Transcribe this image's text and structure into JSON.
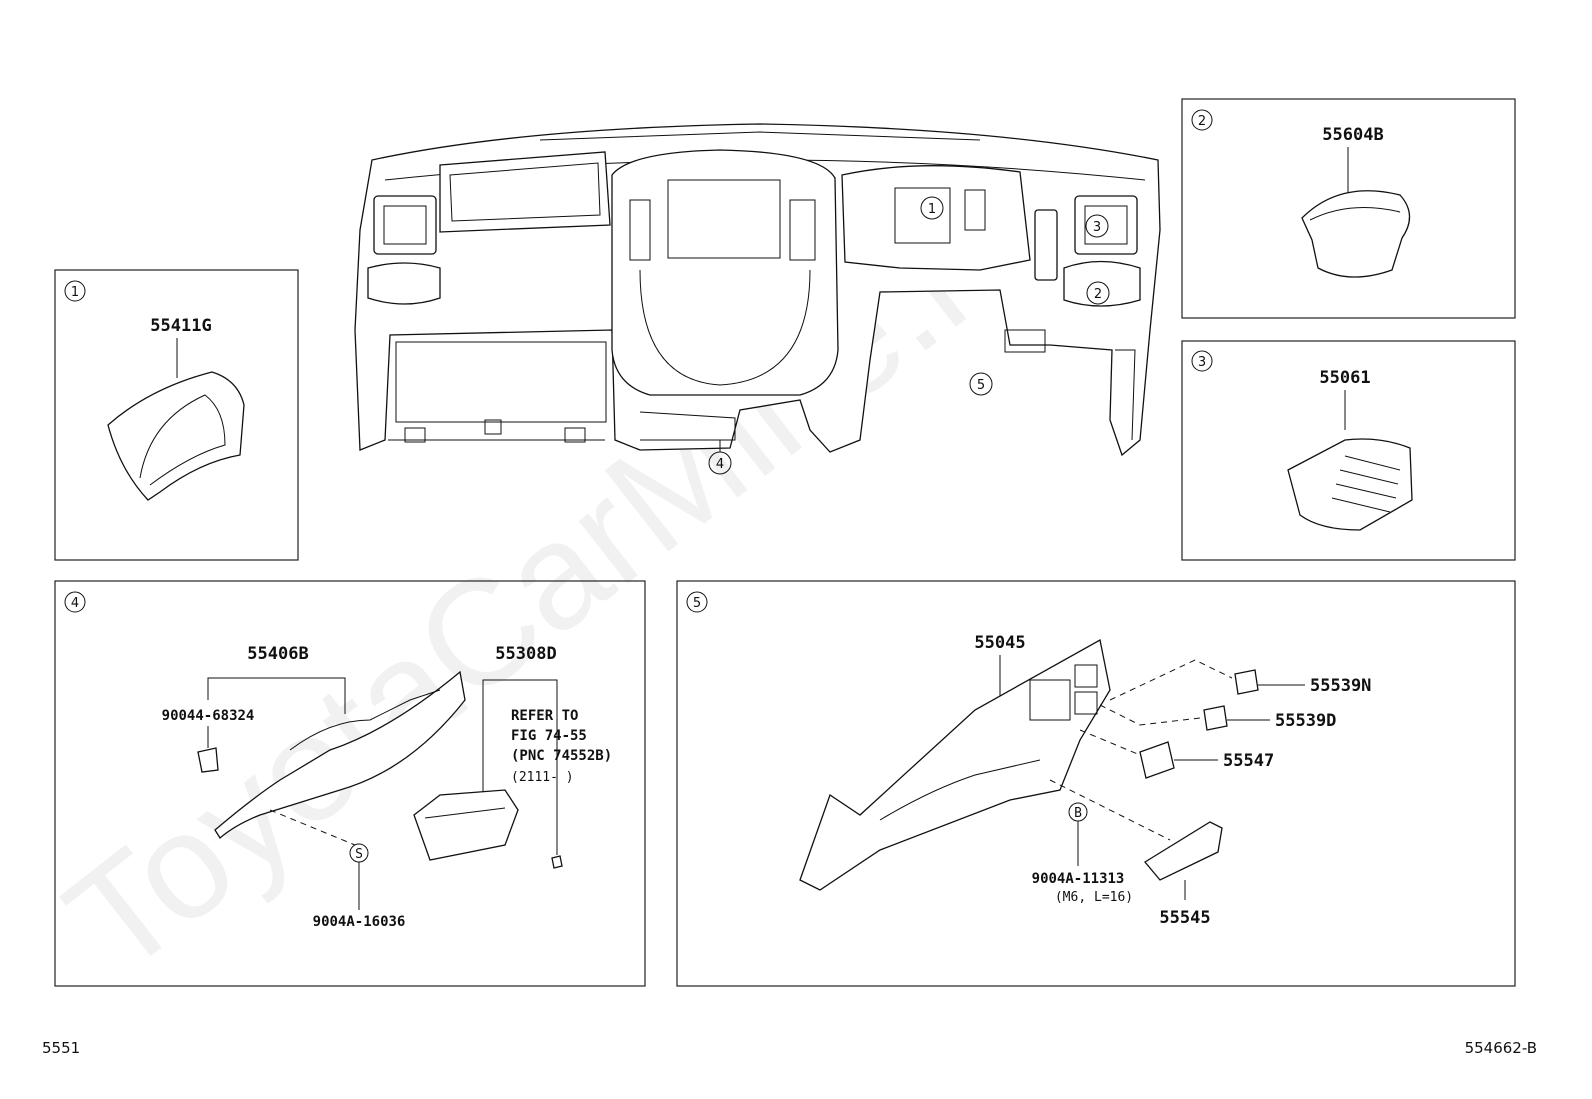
{
  "panels": {
    "p1": {
      "circle": "1",
      "part": "55411G"
    },
    "p2": {
      "circle": "2",
      "part": "55604B"
    },
    "p3": {
      "circle": "3",
      "part": "55061"
    },
    "p4": {
      "circle": "4",
      "part_a": "55406B",
      "part_b": "55308D",
      "clip": "90044-68324",
      "screw": "9004A-16036",
      "screw_mark": "S",
      "refer": [
        "REFER TO",
        "FIG 74-55",
        "(PNC 74552B)",
        "(2111-      )"
      ]
    },
    "p5": {
      "circle": "5",
      "part_main": "55045",
      "part_n": "55539N",
      "part_d": "55539D",
      "part_547": "55547",
      "part_545": "55545",
      "bolt": "9004A-11313",
      "bolt_spec": "(M6, L=16)",
      "bolt_mark": "B"
    }
  },
  "main_callouts": [
    "1",
    "2",
    "3",
    "4",
    "5"
  ],
  "footer": {
    "left": "5551",
    "right": "554662-B"
  },
  "watermark": "ToyotaCarMine.ru"
}
